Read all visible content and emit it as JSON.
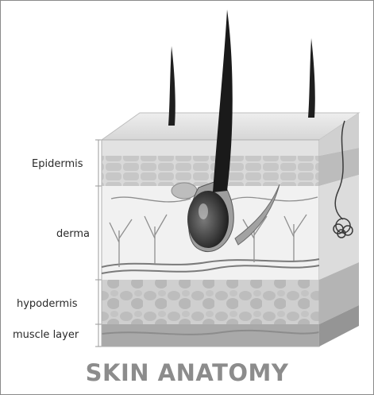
{
  "diagram": {
    "title": "SKIN ANATOMY",
    "layers": [
      {
        "key": "epidermis",
        "label": "Epidermis"
      },
      {
        "key": "derma",
        "label": "derma"
      },
      {
        "key": "hypodermis",
        "label": "hypodermis"
      },
      {
        "key": "muscle",
        "label": "muscle layer"
      }
    ]
  },
  "colors": {
    "title": "#8c8c8c",
    "hair": "#1a1a1a",
    "follicle": "#3a3a3a",
    "bracket": "#9a9a9a"
  }
}
